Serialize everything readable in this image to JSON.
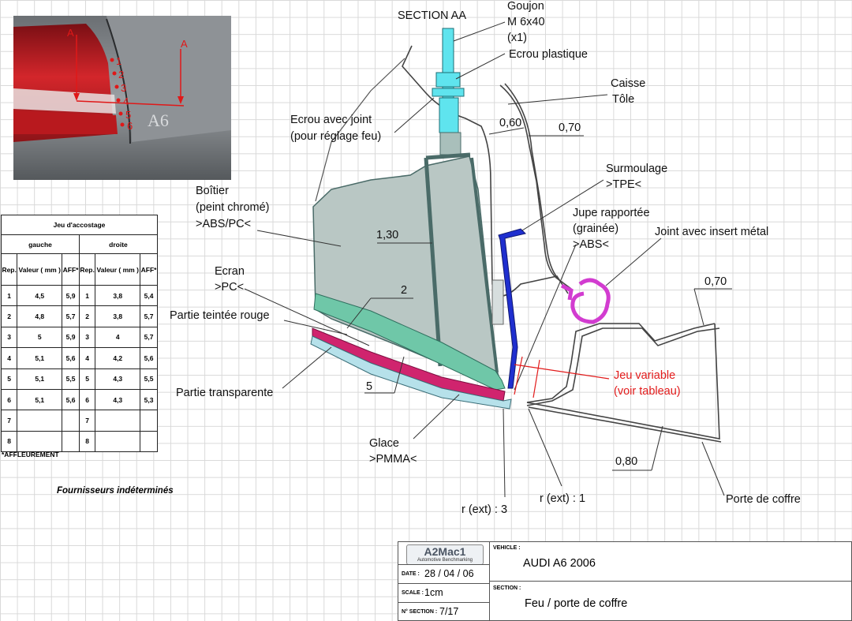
{
  "labels": {
    "section_title": "SECTION AA",
    "goujon": [
      "Goujon",
      "M 6x40",
      "(x1)"
    ],
    "ecrou_plastique": "Ecrou plastique",
    "caisse": [
      "Caisse",
      "Tôle"
    ],
    "ecrou_joint": [
      "Ecrou avec joint",
      "(pour réglage feu)"
    ],
    "dim_060": "0,60",
    "dim_070_top": "0,70",
    "surmoulage": [
      "Surmoulage",
      ">TPE<"
    ],
    "boitier": [
      "Boîtier",
      "(peint chromé)",
      ">ABS/PC<"
    ],
    "jupe": [
      "Jupe rapportée",
      "(grainée)",
      ">ABS<"
    ],
    "joint_insert": "Joint avec insert métal",
    "dim_130": "1,30",
    "dim_070_right": "0,70",
    "ecran": [
      "Ecran",
      ">PC<"
    ],
    "dim_2": "2",
    "partie_rouge": "Partie teintée rouge",
    "jeu_variable": [
      "Jeu variable",
      "(voir tableau)"
    ],
    "dim_5": "5",
    "partie_transparente": "Partie transparente",
    "glace": [
      "Glace",
      ">PMMA<"
    ],
    "dim_080": "0,80",
    "r_ext_1": "r (ext) : 1",
    "porte_coffre": "Porte de coffre",
    "r_ext_3": "r (ext) : 3"
  },
  "photo": {
    "section_marks": [
      "A",
      "A"
    ],
    "points": [
      "1",
      "2",
      "3",
      "4",
      "5",
      "6"
    ],
    "badge": "A6"
  },
  "table": {
    "title": "Jeu d'accostage",
    "left_group": "gauche",
    "right_group": "droite",
    "col_rep": "Rep.",
    "col_valeur": "Valeur ( mm )",
    "col_aff": "AFF*",
    "rows": [
      {
        "rep_l": "1",
        "val_l": "4,5",
        "aff_l": "5,9",
        "rep_r": "1",
        "val_r": "3,8",
        "aff_r": "5,4"
      },
      {
        "rep_l": "2",
        "val_l": "4,8",
        "aff_l": "5,7",
        "rep_r": "2",
        "val_r": "3,8",
        "aff_r": "5,7"
      },
      {
        "rep_l": "3",
        "val_l": "5",
        "aff_l": "5,9",
        "rep_r": "3",
        "val_r": "4",
        "aff_r": "5,7"
      },
      {
        "rep_l": "4",
        "val_l": "5,1",
        "aff_l": "5,6",
        "rep_r": "4",
        "val_r": "4,2",
        "aff_r": "5,6"
      },
      {
        "rep_l": "5",
        "val_l": "5,1",
        "aff_l": "5,5",
        "rep_r": "5",
        "val_r": "4,3",
        "aff_r": "5,5"
      },
      {
        "rep_l": "6",
        "val_l": "5,1",
        "aff_l": "5,6",
        "rep_r": "6",
        "val_r": "4,3",
        "aff_r": "5,3"
      },
      {
        "rep_l": "7",
        "val_l": "",
        "aff_l": "",
        "rep_r": "7",
        "val_r": "",
        "aff_r": ""
      },
      {
        "rep_l": "8",
        "val_l": "",
        "aff_l": "",
        "rep_r": "8",
        "val_r": "",
        "aff_r": ""
      }
    ],
    "footnote": "*AFFLEUREMENT"
  },
  "suppliers": "Fournisseurs indéterminés",
  "title_block": {
    "logo_text": "A2Mac1",
    "logo_sub": "Automotive Benchmarking",
    "vehicle_label": "VEHICLE :",
    "vehicle": "AUDI A6 2006",
    "date_label": "DATE :",
    "date": "28 / 04 / 06",
    "scale_label": "SCALE :",
    "scale": "1cm",
    "section_label": "SECTION :",
    "section": "Feu / porte de coffre",
    "section_num_label": "N° SECTION :",
    "section_num": "7/17"
  },
  "colors": {
    "housing": "#b9c7c4",
    "housing_dark": "#4a6b68",
    "screen": "#6fc7a8",
    "red_lens": "#d0246e",
    "clear_lens": "#b6e1ea",
    "stud": "#5fe4ee",
    "skirt": "#1f2fcf",
    "seal": "#d23cd0",
    "gap_callout": "#e21b1b"
  }
}
